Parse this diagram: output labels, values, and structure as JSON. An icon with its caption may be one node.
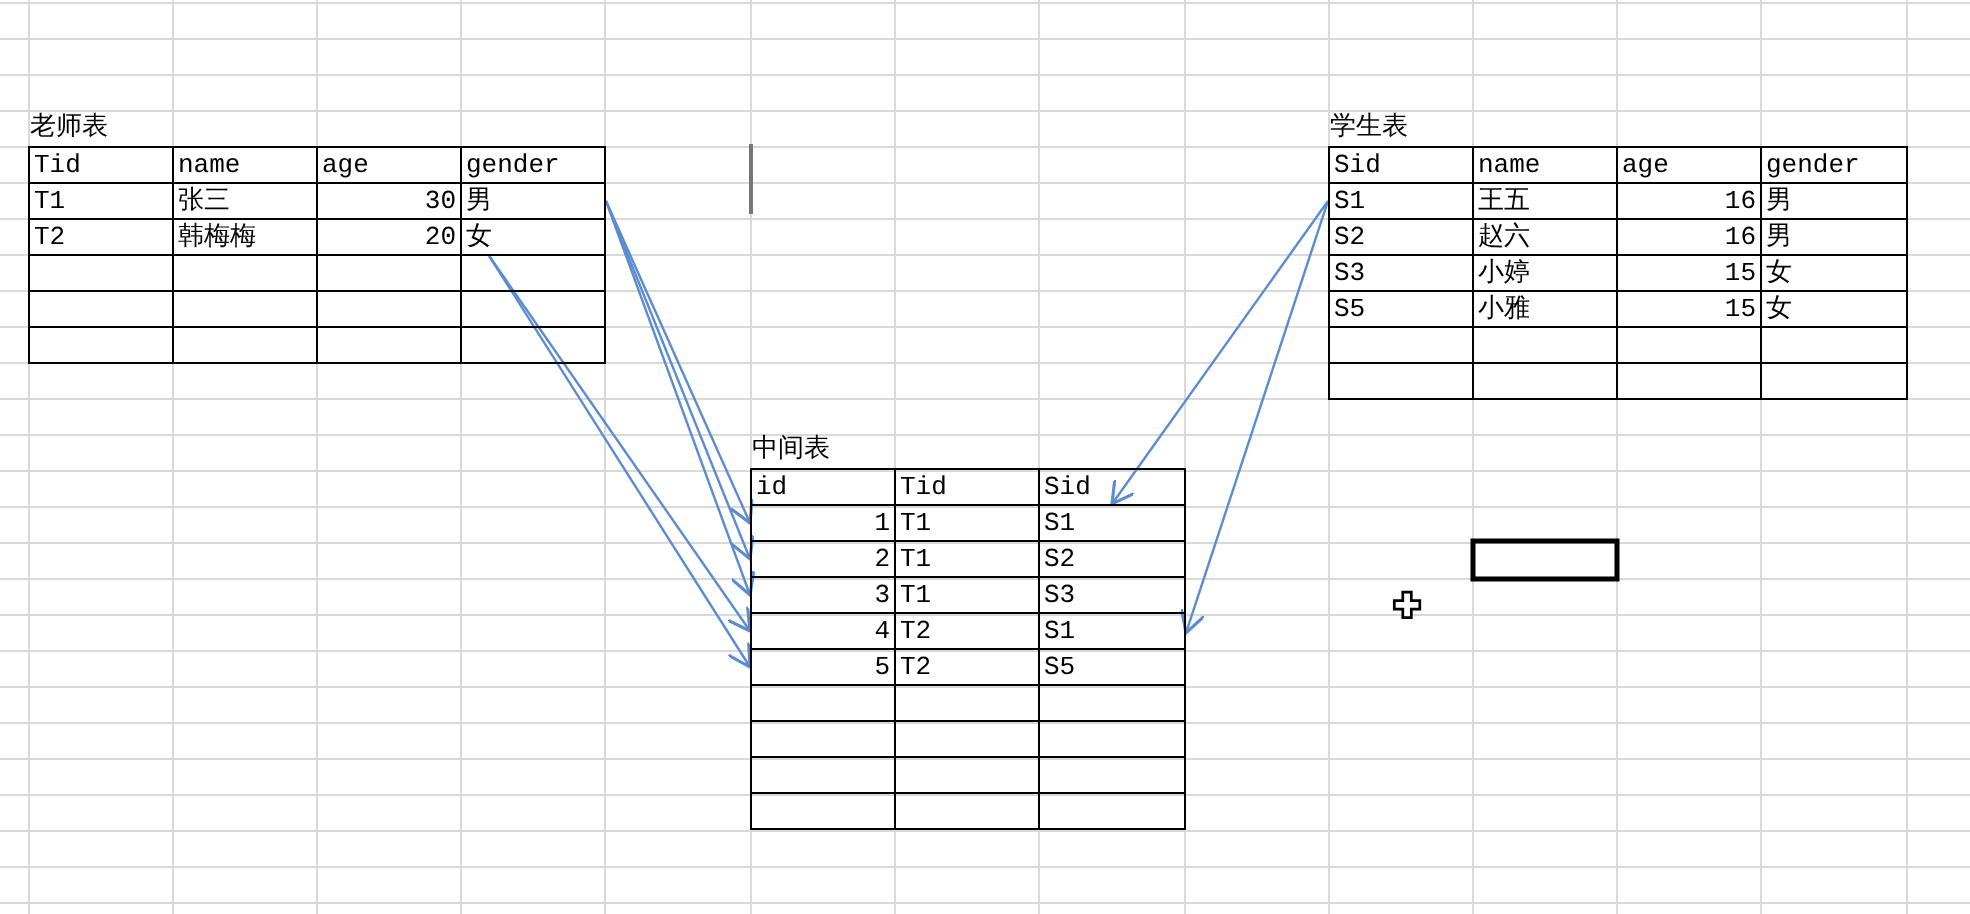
{
  "diagram": {
    "nodes": [
      {
        "text": [
          "老师表"
        ]
      },
      {
        "text": [
          "男"
        ],
        "in": 0
      },
      {
        "text": [
          "女"
        ],
        "in": 0
      },
      {
        "text": [
          "中间表"
        ]
      },
      {
        "text": [
          "1"
        ],
        "in": 3
      },
      {
        "text": [
          "2"
        ],
        "in": 3
      },
      {
        "text": [
          "3"
        ],
        "in": 3
      },
      {
        "text": [
          "4"
        ],
        "in": 3
      },
      {
        "text": [
          "5"
        ],
        "in": 3
      },
      {
        "text": [
          "S1"
        ],
        "in": 3
      },
      {
        "text": [
          "S1"
        ],
        "in": 3
      },
      {
        "text": [
          "学生表"
        ]
      },
      {
        "text": [
          "S1"
        ],
        "in": 11
      }
    ],
    "edges": [
      {
        "from": 1,
        "to": 4,
        "arrow": "to"
      },
      {
        "from": 1,
        "to": 5,
        "arrow": "to"
      },
      {
        "from": 1,
        "to": 6,
        "arrow": "to"
      },
      {
        "from": 2,
        "to": 7,
        "arrow": "to"
      },
      {
        "from": 2,
        "to": 8,
        "arrow": "to"
      },
      {
        "from": 12,
        "to": 9,
        "arrow": "to"
      },
      {
        "from": 12,
        "to": 10,
        "arrow": "to"
      }
    ],
    "labels": [
      "Tid",
      "name",
      "age",
      "gender",
      "T1",
      "张三",
      "30",
      "T2",
      "韩梅梅",
      "20",
      "id",
      "Tid",
      "Sid",
      "T1",
      "T1",
      "S2",
      "T1",
      "S3",
      "T2",
      "T2",
      "S5",
      "Sid",
      "name",
      "age",
      "gender",
      "王五",
      "16",
      "男",
      "S2",
      "赵六",
      "16",
      "男",
      "S3",
      "小婷",
      "15",
      "女",
      "S5",
      "小雅",
      "15",
      "女"
    ]
  }
}
